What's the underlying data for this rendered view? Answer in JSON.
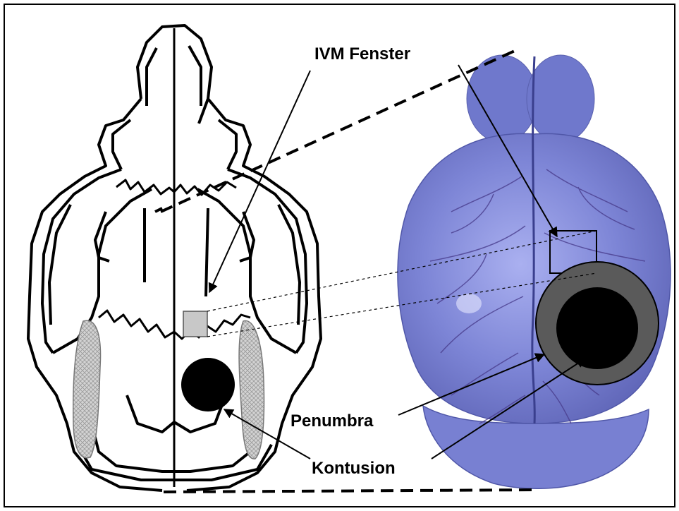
{
  "labels": {
    "window": "IVM Fenster",
    "penumbra": "Penumbra",
    "contusion": "Kontusion"
  },
  "colors": {
    "frame": "#000000",
    "brain": "#7f86d8",
    "penumbra": "#5a5a5a",
    "contusion": "#000000",
    "window_marker": "#c8c8c8",
    "hatch": "#d0d0d0"
  }
}
